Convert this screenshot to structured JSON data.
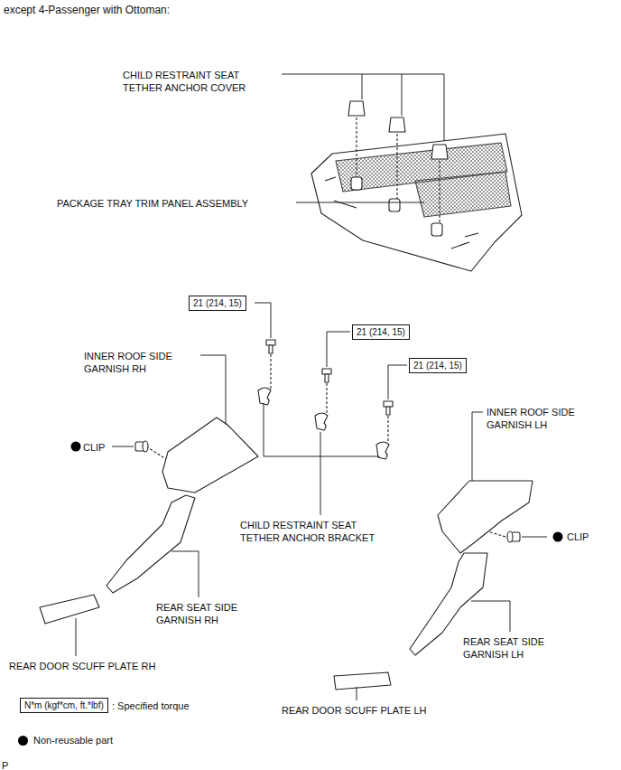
{
  "diagram": {
    "title": "except 4-Passenger with Ottoman:",
    "nodes": [
      {
        "text": [
          "21 (214, 15)"
        ]
      },
      {
        "text": [
          "21 (214, 15)"
        ]
      },
      {
        "text": [
          "21 (214, 15)"
        ]
      },
      {
        "text": [
          "N*m (kgf*cm, ft.*lbf)"
        ]
      }
    ],
    "labels": [
      "CHILD RESTRAINT SEAT TETHER ANCHOR COVER",
      "PACKAGE TRAY TRIM PANEL ASSEMBLY",
      "INNER ROOF SIDE GARNISH RH",
      "CLIP",
      "CHILD RESTRAINT SEAT TETHER ANCHOR BRACKET",
      "INNER ROOF SIDE GARNISH LH",
      "CLIP",
      "REAR SEAT SIDE GARNISH RH",
      "REAR SEAT SIDE GARNISH LH",
      "REAR DOOR SCUFF PLATE RH",
      "REAR DOOR SCUFF PLATE LH",
      "P"
    ],
    "legend": [
      {
        "text": ": Specified torque"
      },
      {
        "text": "Non-reusable part",
        "color": "#000000"
      }
    ]
  }
}
